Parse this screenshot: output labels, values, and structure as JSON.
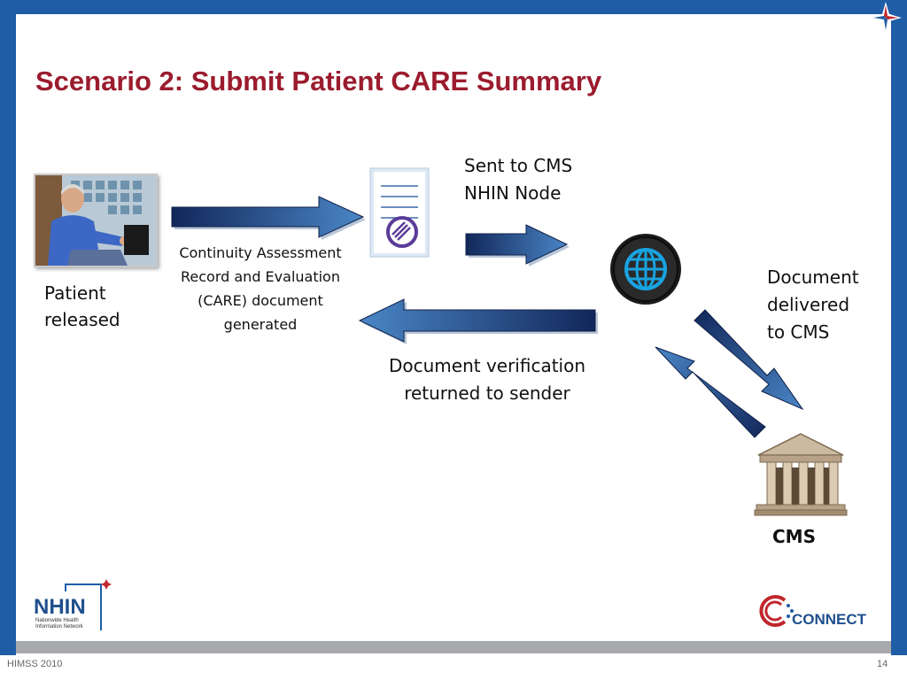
{
  "slide": {
    "title": "Scenario 2: Submit Patient CARE Summary",
    "footer_left": "HIMSS 2010",
    "page_number": "14"
  },
  "diagram": {
    "patient_label_line1": "Patient",
    "patient_label_line2": "released",
    "care_doc_line1": "Continuity Assessment",
    "care_doc_line2": "Record and Evaluation",
    "care_doc_line3": "(CARE) document",
    "care_doc_line4": "generated",
    "sent_line1": "Sent to CMS",
    "sent_line2": "NHIN Node",
    "delivered_line1": "Document",
    "delivered_line2": "delivered",
    "delivered_line3": "to CMS",
    "verification_line1": "Document verification",
    "verification_line2": "returned to sender",
    "cms_label": "CMS"
  },
  "logos": {
    "nhin_text": "NHIN",
    "nhin_sub1": "Nationwide Health",
    "nhin_sub2": "Information Network",
    "connect_text": "CONNECT"
  },
  "colors": {
    "frame": "#1f5da6",
    "title": "#9b1c2e",
    "arrow_dark": "#12275a",
    "arrow_light": "#4a86c6"
  }
}
